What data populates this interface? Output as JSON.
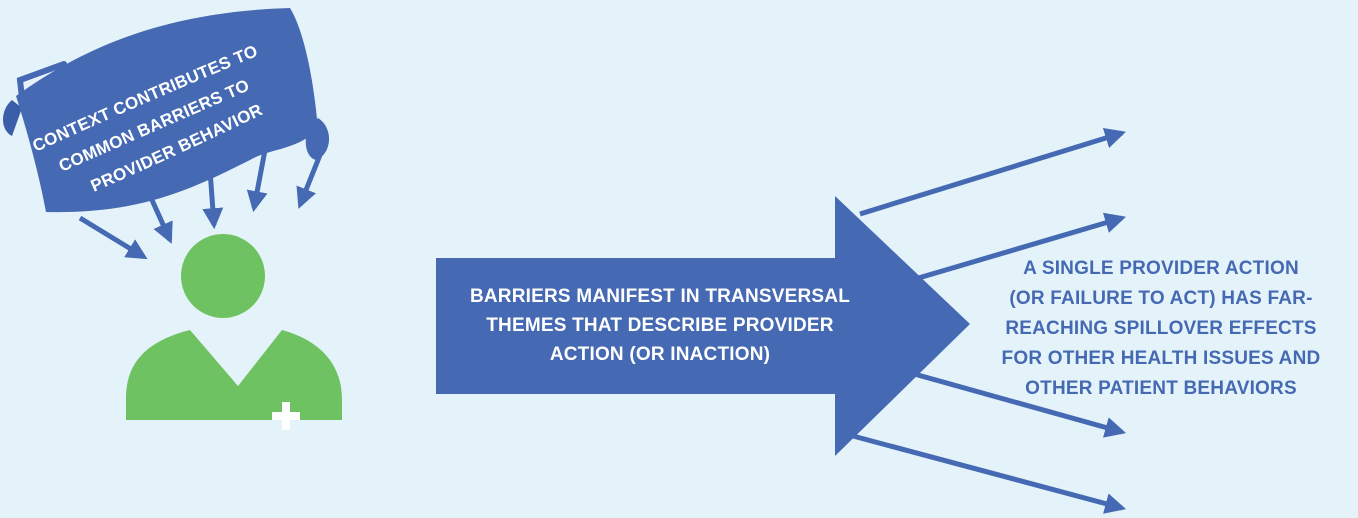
{
  "banner": {
    "lines": [
      "CONTEXT CONTRIBUTES TO",
      "COMMON BARRIERS TO",
      "PROVIDER BEHAVIOR"
    ]
  },
  "big_arrow": {
    "lines": [
      "BARRIERS MANIFEST IN TRANSVERSAL",
      "THEMES THAT DESCRIBE PROVIDER",
      "ACTION (OR INACTION)"
    ]
  },
  "outcome": {
    "lines": [
      "A SINGLE PROVIDER ACTION",
      "(OR FAILURE TO ACT) HAS FAR-",
      "REACHING SPILLOVER EFFECTS",
      "FOR OTHER HEALTH ISSUES AND",
      "OTHER PATIENT BEHAVIORS"
    ]
  },
  "colors": {
    "background": "#e4f3fa",
    "primary_blue": "#4569b3",
    "provider_green": "#6fc262",
    "white": "#ffffff"
  },
  "icons": {
    "provider": "health-provider-icon",
    "cross": "medical-cross-icon"
  }
}
